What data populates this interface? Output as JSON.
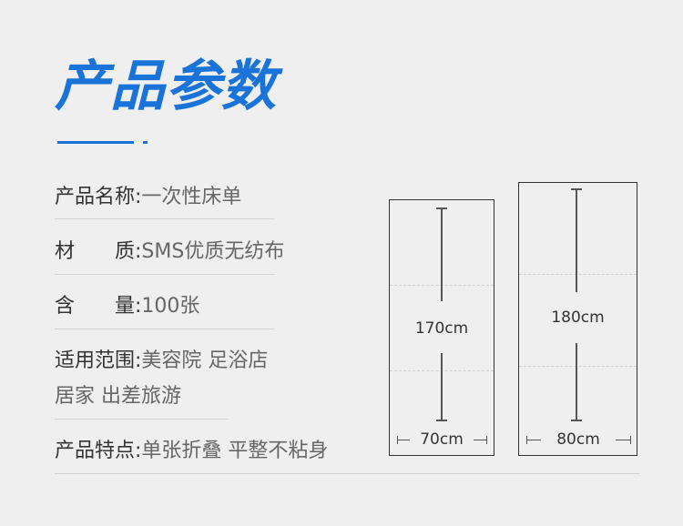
{
  "title": "产品参数",
  "colors": {
    "accent": "#1a73d9",
    "background": "#efefef"
  },
  "specs": [
    {
      "label": "产品名称:",
      "value": "一次性床单"
    },
    {
      "label": "材　　质:",
      "value": "SMS优质无纺布"
    },
    {
      "label": "含　　量:",
      "value": "100张"
    },
    {
      "label": "适用范围:",
      "value": "美容院 足浴店",
      "value2": "居家 出差旅游"
    },
    {
      "label": "产品特点:",
      "value": "单张折叠 平整不粘身"
    }
  ],
  "sheets": [
    {
      "length": "170cm",
      "width": "70cm"
    },
    {
      "length": "180cm",
      "width": "80cm"
    }
  ]
}
